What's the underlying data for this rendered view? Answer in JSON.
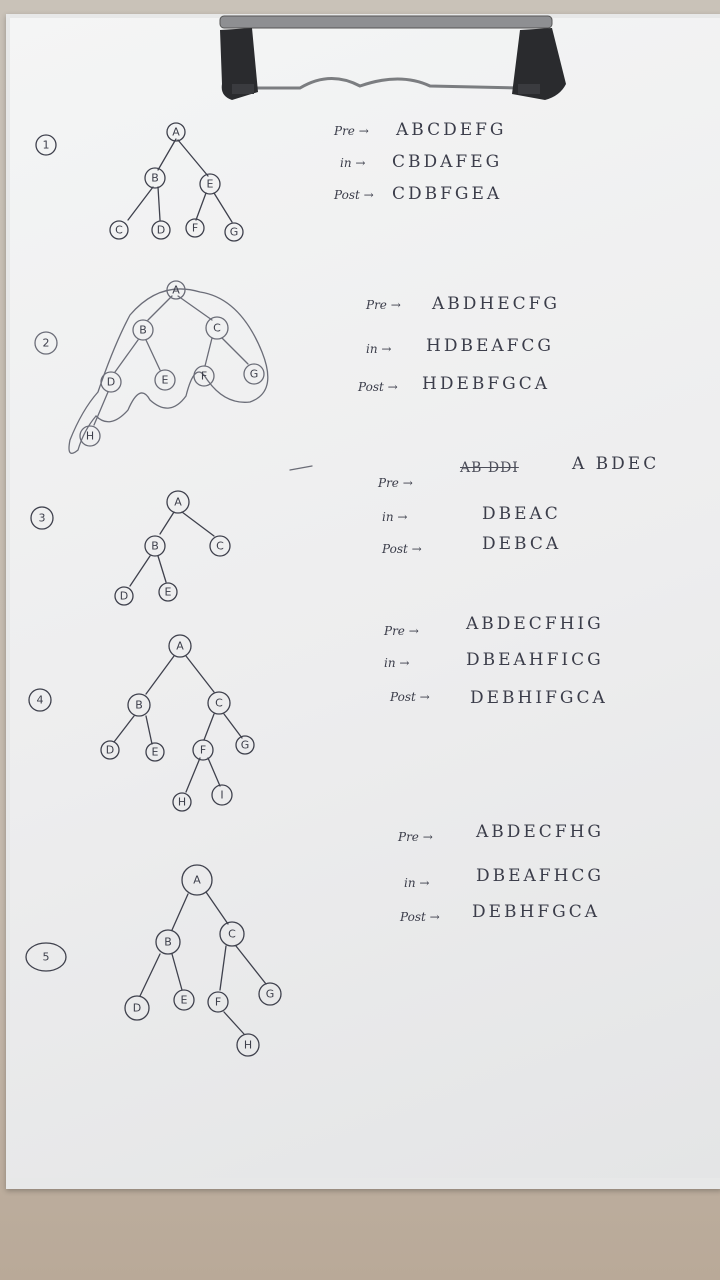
{
  "trees": [
    {
      "number": "1",
      "nodes": [
        "A",
        "B",
        "E",
        "C",
        "D",
        "F",
        "G"
      ],
      "traversals": {
        "pre_label": "Pre →",
        "pre": "ABCDEFG",
        "in_label": "in →",
        "in": "CBDAFEG",
        "post_label": "Post →",
        "post": "CDBFGEA"
      }
    },
    {
      "number": "2",
      "nodes": [
        "A",
        "B",
        "C",
        "D",
        "E",
        "F",
        "G",
        "H"
      ],
      "traversals": {
        "pre_label": "Pre →",
        "pre": "ABDHECFG",
        "in_label": "in →",
        "in": "HDBEAFCG",
        "post_label": "Post →",
        "post": "HDEBFGCA"
      }
    },
    {
      "number": "3",
      "nodes": [
        "A",
        "B",
        "C",
        "D",
        "E"
      ],
      "traversals": {
        "pre_label": "Pre →",
        "pre_struck": "AB DDI",
        "pre": "A BDEC",
        "in_label": "in →",
        "in": "DBEAC",
        "post_label": "Post →",
        "post": "DEBCA"
      }
    },
    {
      "number": "4",
      "nodes": [
        "A",
        "B",
        "C",
        "D",
        "E",
        "F",
        "G",
        "H",
        "I"
      ],
      "traversals": {
        "pre_label": "Pre →",
        "pre": "ABDECFHIG",
        "in_label": "in →",
        "in": "DBEAHFICG",
        "post_label": "Post →",
        "post": "DEBHIFGCA"
      }
    },
    {
      "number": "5",
      "nodes": [
        "A",
        "B",
        "C",
        "D",
        "E",
        "F",
        "G",
        "H"
      ],
      "traversals": {
        "pre_label": "Pre →",
        "pre": "ABDECFHG",
        "in_label": "in →",
        "in": "DBEAFHCG",
        "post_label": "Post →",
        "post": "DEBHFGCA"
      }
    }
  ]
}
